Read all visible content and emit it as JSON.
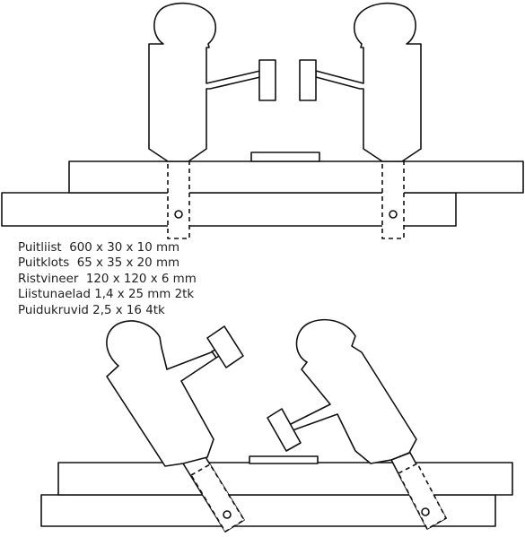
{
  "materials": [
    "Puitliist  600 x 30 x 10 mm",
    "Puitklots  65 x 35 x 20 mm",
    "Ristvineer  120 x 120 x 6 mm",
    "Liistunaelad 1,4 x 25 mm 2tk",
    "Puidukruvid 2,5 x 16 4tk"
  ]
}
